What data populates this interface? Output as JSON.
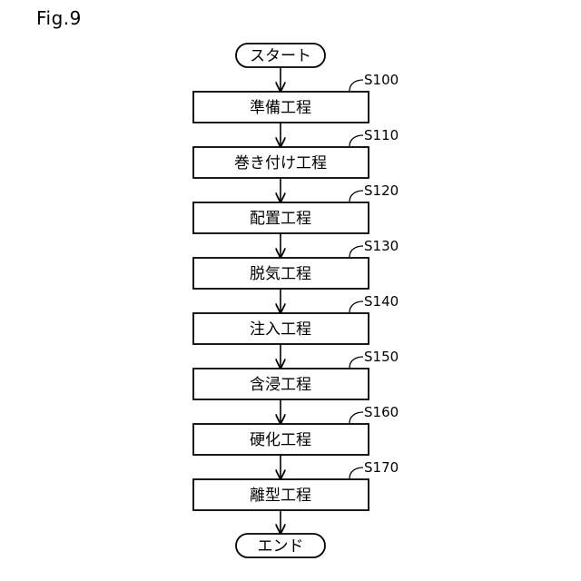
{
  "figure": {
    "label": "Fig.9"
  },
  "flowchart": {
    "start": "スタート",
    "end": "エンド",
    "steps": [
      {
        "id": "S100",
        "label": "準備工程"
      },
      {
        "id": "S110",
        "label": "巻き付け工程"
      },
      {
        "id": "S120",
        "label": "配置工程"
      },
      {
        "id": "S130",
        "label": "脱気工程"
      },
      {
        "id": "S140",
        "label": "注入工程"
      },
      {
        "id": "S150",
        "label": "含浸工程"
      },
      {
        "id": "S160",
        "label": "硬化工程"
      },
      {
        "id": "S170",
        "label": "離型工程"
      }
    ]
  }
}
